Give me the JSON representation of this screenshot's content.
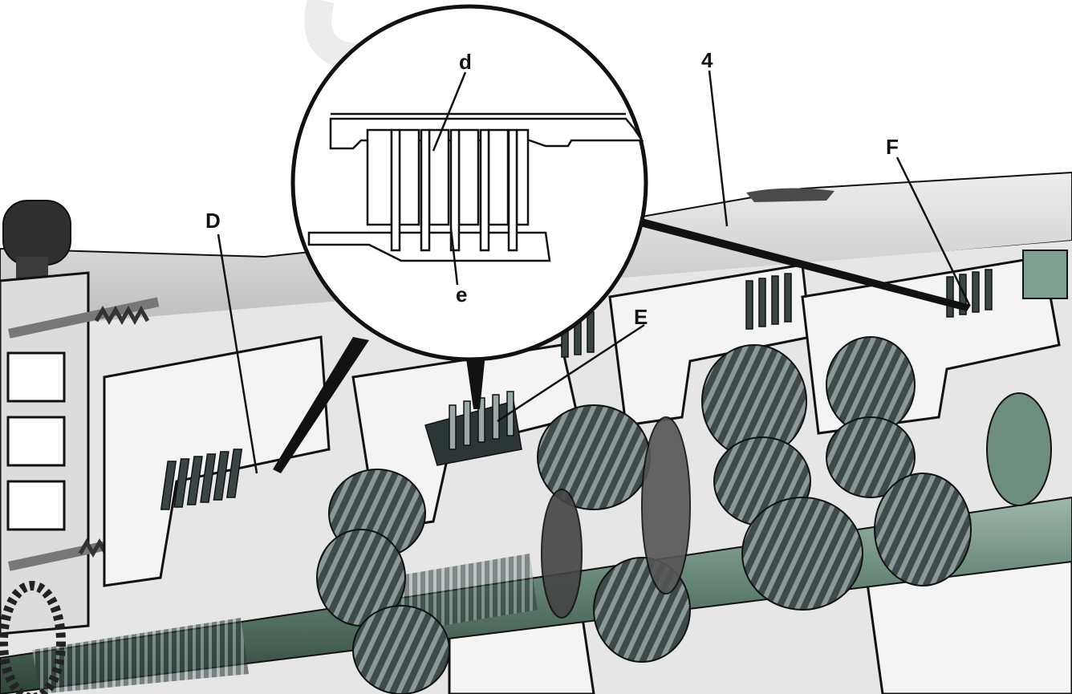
{
  "callouts": {
    "D": "D",
    "E": "E",
    "F": "F",
    "four": "4",
    "d": "d",
    "e": "e"
  },
  "colors": {
    "background": "#ffffff",
    "housing": "#d8d8d8",
    "housing_shadow": "#9a9a9a",
    "gear_dark": "#3e4a4a",
    "gear_mid": "#7f8c8c",
    "shaft_green": "#6f8f80",
    "outline": "#111111",
    "watermark": "#e9e9e9"
  },
  "icons": {
    "detail_magnifier": "circle-zoom-inset",
    "clutch_pack": "multi-disc-clutch"
  }
}
